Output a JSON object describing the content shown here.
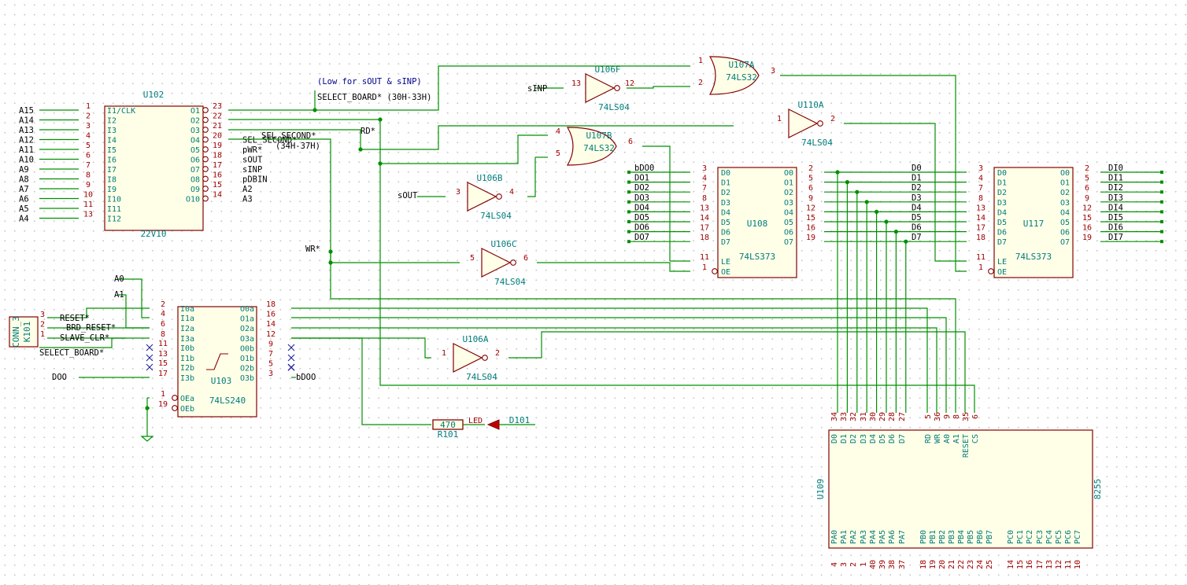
{
  "annotations": {
    "note": "(Low for sOUT & sINP)",
    "select_board": "SELECT_BOARD* (30H-33H)",
    "sel_second": "SEL_SECOND*",
    "sel_second_range": "(34H-37H)"
  },
  "net_labels": {
    "rd": "RD*",
    "wr": "WR*",
    "sinp": "sINP",
    "sout": "sOUT",
    "doo": "DOO",
    "bdoo": "bDOO",
    "a0": "A0",
    "a1": "A1",
    "select_board": "SELECT_BOARD*",
    "reset": "RESET*",
    "brd_reset": "BRD_RESET*",
    "slave_clr": "SLAVE_CLR*",
    "address_inputs": [
      "A15",
      "A14",
      "A13",
      "A12",
      "A11",
      "A10",
      "A9",
      "A8",
      "A7",
      "A6",
      "A5",
      "A4"
    ],
    "decoder_outputs": [
      "",
      "",
      "",
      "SEL_SECOND*",
      "pWR*",
      "sOUT",
      "sINP",
      "pDBIN",
      "A2",
      "A3"
    ],
    "u108_inputs": [
      "bDO0",
      "DO1",
      "DO2",
      "DO3",
      "DO4",
      "DO5",
      "DO6",
      "DO7"
    ],
    "bus": [
      "D0",
      "D1",
      "D2",
      "D3",
      "D4",
      "D5",
      "D6",
      "D7"
    ],
    "u117_outputs": [
      "DI0",
      "DI1",
      "DI2",
      "DI3",
      "DI4",
      "DI5",
      "DI6",
      "DI7"
    ]
  },
  "components": {
    "u102": {
      "ref": "U102",
      "value": "22V10",
      "input_pin_numbers": [
        "1",
        "2",
        "3",
        "4",
        "5",
        "6",
        "7",
        "8",
        "9",
        "10",
        "11",
        "13"
      ],
      "input_pin_names": [
        "I1/CLK",
        "I2",
        "I3",
        "I4",
        "I5",
        "I6",
        "I7",
        "I8",
        "I9",
        "I10",
        "I11",
        "I12"
      ],
      "output_pin_numbers": [
        "23",
        "22",
        "21",
        "20",
        "19",
        "18",
        "17",
        "16",
        "15",
        "14"
      ],
      "output_pin_names": [
        "O1",
        "O2",
        "O3",
        "O4",
        "O5",
        "O6",
        "O7",
        "O8",
        "O9",
        "O10"
      ]
    },
    "u103": {
      "ref": "U103",
      "value": "74LS240",
      "left_pin_numbers": [
        "2",
        "4",
        "6",
        "8",
        "11",
        "13",
        "15",
        "17",
        "1",
        "19"
      ],
      "left_pin_names": [
        "I0a",
        "I1a",
        "I2a",
        "I3a",
        "I0b",
        "I1b",
        "I2b",
        "I3b",
        "OEa",
        "OEb"
      ],
      "right_pin_numbers": [
        "18",
        "16",
        "14",
        "12",
        "9",
        "7",
        "5",
        "3"
      ],
      "right_pin_names": [
        "O0a",
        "O1a",
        "O2a",
        "O3a",
        "O0b",
        "O1b",
        "O2b",
        "O3b"
      ]
    },
    "u108": {
      "ref": "U108",
      "value": "74LS373",
      "d_pin_numbers": [
        "3",
        "4",
        "7",
        "8",
        "13",
        "14",
        "17",
        "18"
      ],
      "q_pin_numbers": [
        "2",
        "5",
        "6",
        "9",
        "12",
        "15",
        "16",
        "19"
      ],
      "d_names": [
        "D0",
        "D1",
        "D2",
        "D3",
        "D4",
        "D5",
        "D6",
        "D7"
      ],
      "q_names": [
        "O0",
        "O1",
        "O2",
        "O3",
        "O4",
        "O5",
        "O6",
        "O7"
      ],
      "le": "LE",
      "oe": "OE",
      "le_pin": "11",
      "oe_pin": "1"
    },
    "u117": {
      "ref": "U117",
      "value": "74LS373",
      "d_pin_numbers": [
        "3",
        "4",
        "7",
        "8",
        "13",
        "14",
        "17",
        "18"
      ],
      "q_pin_numbers": [
        "2",
        "5",
        "6",
        "9",
        "12",
        "15",
        "16",
        "19"
      ],
      "d_names": [
        "D0",
        "D1",
        "D2",
        "D3",
        "D4",
        "D5",
        "D6",
        "D7"
      ],
      "q_names": [
        "O0",
        "O1",
        "O2",
        "O3",
        "O4",
        "O5",
        "O6",
        "O7"
      ],
      "le": "LE",
      "oe": "OE",
      "le_pin": "11",
      "oe_pin": "1"
    },
    "u107a": {
      "ref": "U107A",
      "value": "74LS32",
      "pins": [
        "1",
        "2",
        "3"
      ]
    },
    "u107b": {
      "ref": "U107B",
      "value": "74LS32",
      "pins": [
        "4",
        "5",
        "6"
      ]
    },
    "u106f": {
      "ref": "U106F",
      "value": "74LS04",
      "pins": [
        "13",
        "12"
      ]
    },
    "u106b": {
      "ref": "U106B",
      "value": "74LS04",
      "pins": [
        "3",
        "4"
      ]
    },
    "u106c": {
      "ref": "U106C",
      "value": "74LS04",
      "pins": [
        "5",
        "6"
      ]
    },
    "u106a": {
      "ref": "U106A",
      "value": "74LS04",
      "pins": [
        "1",
        "2"
      ]
    },
    "u110a": {
      "ref": "U110A",
      "value": "74LS04",
      "pins": [
        "1",
        "2"
      ]
    },
    "u109": {
      "ref": "U109",
      "value": "8255",
      "top_pin_numbers": [
        "34",
        "33",
        "32",
        "31",
        "30",
        "29",
        "28",
        "27",
        "5",
        "36",
        "9",
        "8",
        "35",
        "6"
      ],
      "top_pin_names": [
        "D0",
        "D1",
        "D2",
        "D3",
        "D4",
        "D5",
        "D6",
        "D7",
        "RD",
        "WR",
        "A0",
        "A1",
        "RESET",
        "CS"
      ],
      "bottom_pin_numbers": [
        "4",
        "3",
        "2",
        "1",
        "40",
        "39",
        "38",
        "37",
        "18",
        "19",
        "20",
        "21",
        "22",
        "23",
        "24",
        "25",
        "14",
        "15",
        "16",
        "17",
        "13",
        "12",
        "11",
        "10"
      ],
      "bottom_pin_names": [
        "PA0",
        "PA1",
        "PA2",
        "PA3",
        "PA4",
        "PA5",
        "PA6",
        "PA7",
        "PB0",
        "PB1",
        "PB2",
        "PB3",
        "PB4",
        "PB5",
        "PB6",
        "PB7",
        "PC0",
        "PC1",
        "PC2",
        "PC3",
        "PC4",
        "PC5",
        "PC6",
        "PC7"
      ]
    },
    "k101": {
      "ref": "K101",
      "value": "CONN_3",
      "pin_numbers": [
        "3",
        "2",
        "1"
      ]
    },
    "r101": {
      "ref": "R101",
      "value": "470"
    },
    "d101": {
      "ref": "D101",
      "value": "LED"
    }
  }
}
